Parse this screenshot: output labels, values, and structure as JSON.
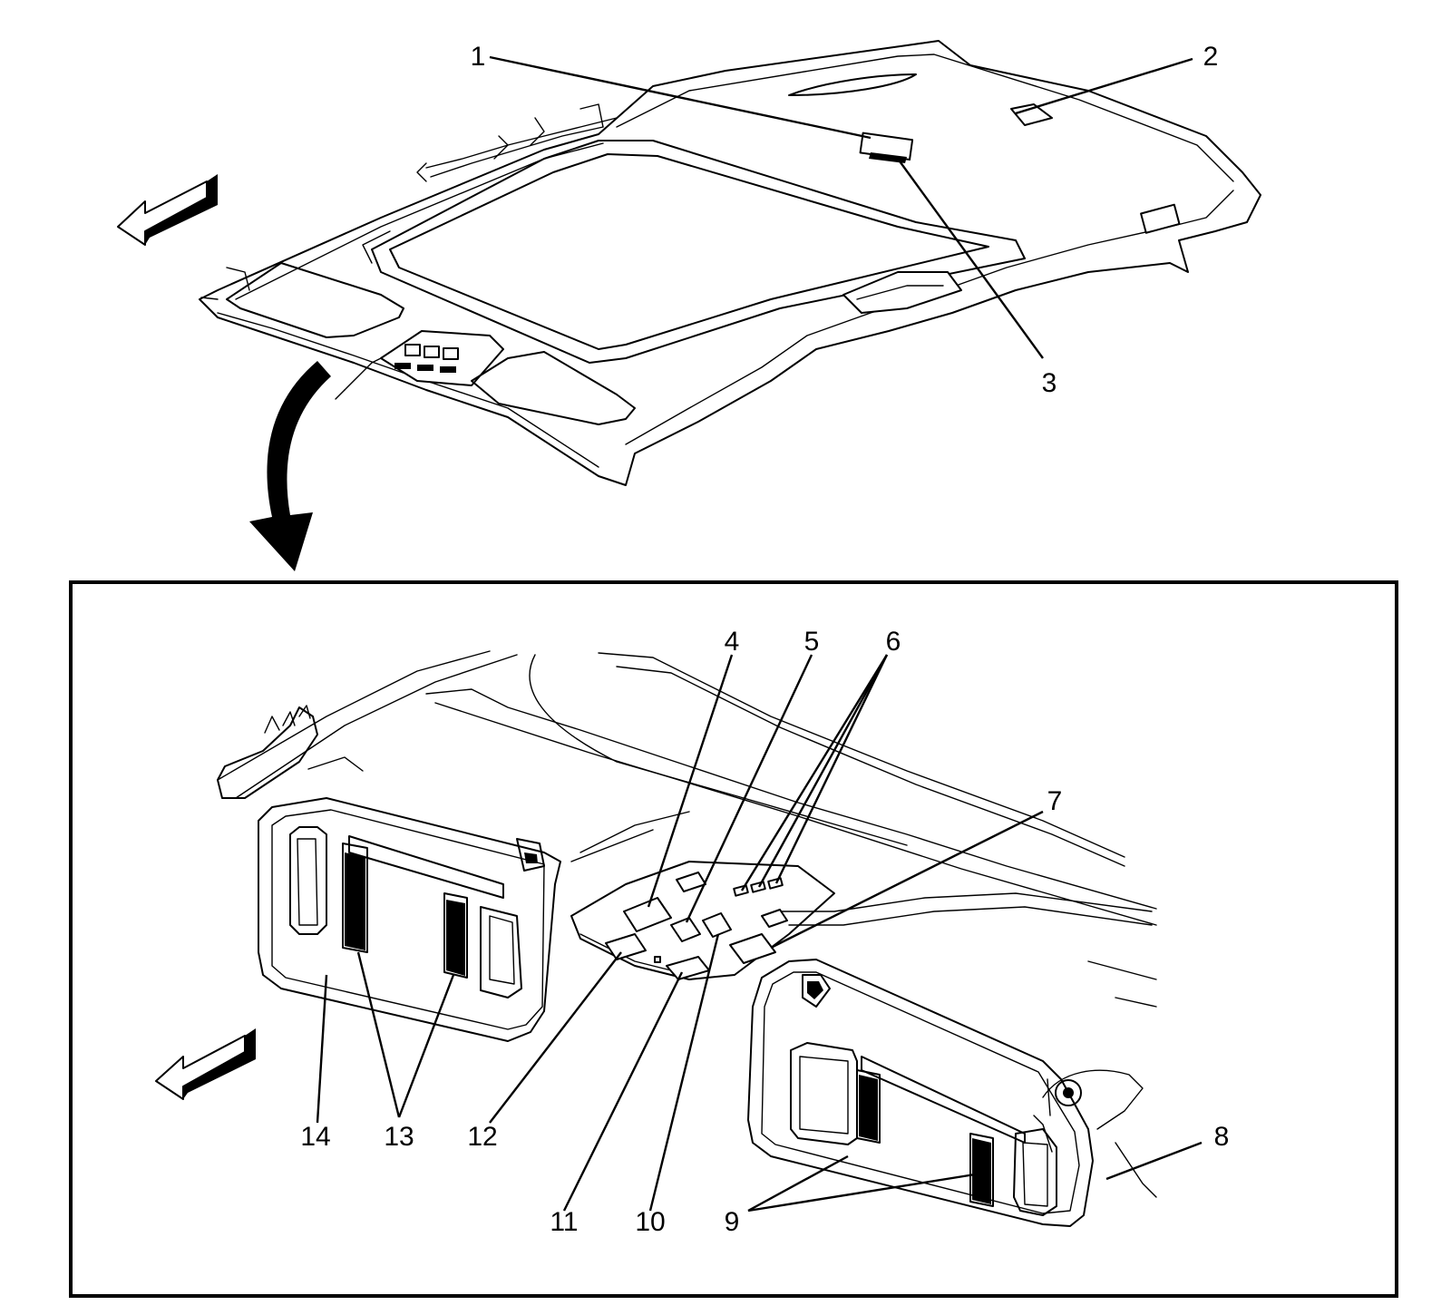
{
  "callouts": {
    "c1": "1",
    "c2": "2",
    "c3": "3",
    "c4": "4",
    "c5": "5",
    "c6": "6",
    "c7": "7",
    "c8": "8",
    "c9": "9",
    "c10": "10",
    "c11": "11",
    "c12": "12",
    "c13": "13",
    "c14": "14"
  },
  "colors": {
    "line": "#000000",
    "background": "#ffffff"
  },
  "icons": {
    "forward_arrow_top": "front-direction-arrow-icon",
    "forward_arrow_detail": "front-direction-arrow-icon",
    "view_arrow": "curved-zoom-arrow-icon"
  }
}
